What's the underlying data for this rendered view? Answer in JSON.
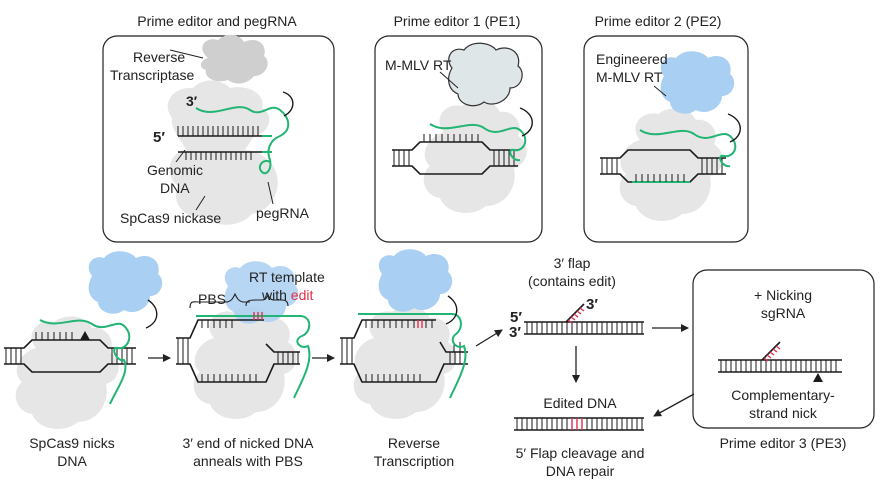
{
  "panels": {
    "pegrna": {
      "title": "Prime editor and pegRNA",
      "rt_line1": "Reverse",
      "rt_line2": "Transcriptase",
      "three_prime": "3′",
      "five_prime": "5′",
      "genomic_line1": "Genomic",
      "genomic_line2": "DNA",
      "nickase": "SpCas9 nickase",
      "pegrna": "pegRNA"
    },
    "pe1": {
      "title": "Prime editor 1 (PE1)",
      "rt": "M-MLV RT"
    },
    "pe2": {
      "title": "Prime editor 2 (PE2)",
      "rt_line1": "Engineered",
      "rt_line2": "M-MLV RT"
    },
    "pe3": {
      "nick_line1": "+ Nicking",
      "nick_line2": "sgRNA",
      "comp_line1": "Complementary-",
      "comp_line2": "strand nick",
      "title": "Prime editor 3 (PE3)"
    }
  },
  "steps": {
    "nicks": {
      "line1": "SpCas9 nicks",
      "line2": "DNA"
    },
    "anneal": {
      "pbs": "PBS",
      "rt_template": "RT template",
      "with": "with ",
      "edit": "edit",
      "line1": "3′ end of nicked DNA",
      "line2": "anneals with PBS"
    },
    "rt": {
      "line1": "Reverse",
      "line2": "Transcription"
    },
    "flap": {
      "line1": "3′ flap",
      "line2": "(contains edit)",
      "five": "5′",
      "three_top": "3′",
      "three_left": "3′"
    },
    "edited": {
      "label": "Edited DNA"
    },
    "repair": {
      "line1": "5′ Flap cleavage and",
      "line2": "DNA repair"
    }
  },
  "colors": {
    "rt_grey": "#cfcfcf",
    "rt_pe1": "#dfe6e8",
    "rt_blue": "#a9cff2",
    "cas9": "#e6e6e6",
    "pegrna": "#22b573",
    "edit": "#e0304a",
    "dna": "#1a1a1a"
  }
}
